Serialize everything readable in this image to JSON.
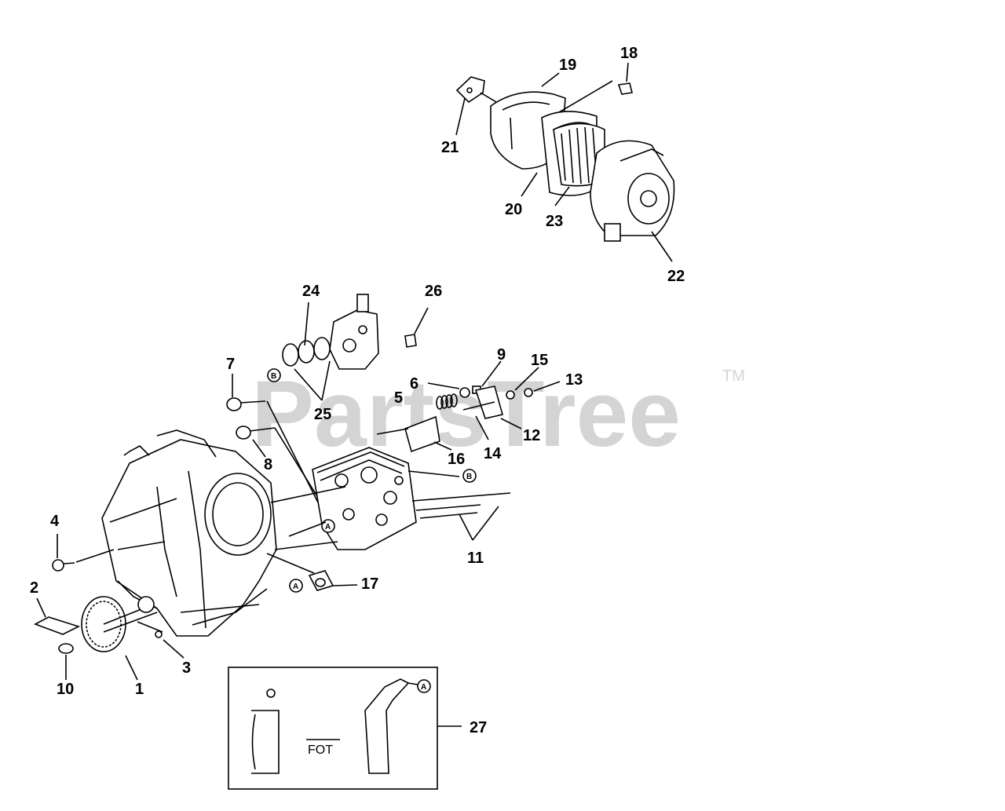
{
  "watermark": {
    "text": "PartsTree",
    "tm": "TM"
  },
  "callouts": [
    {
      "id": "c1",
      "label": "1"
    },
    {
      "id": "c2",
      "label": "2"
    },
    {
      "id": "c3",
      "label": "3"
    },
    {
      "id": "c4",
      "label": "4"
    },
    {
      "id": "c5",
      "label": "5"
    },
    {
      "id": "c6",
      "label": "6"
    },
    {
      "id": "c7",
      "label": "7"
    },
    {
      "id": "c8",
      "label": "8"
    },
    {
      "id": "c9",
      "label": "9"
    },
    {
      "id": "c10",
      "label": "10"
    },
    {
      "id": "c11",
      "label": "11"
    },
    {
      "id": "c12",
      "label": "12"
    },
    {
      "id": "c13",
      "label": "13"
    },
    {
      "id": "c14",
      "label": "14"
    },
    {
      "id": "c15",
      "label": "15"
    },
    {
      "id": "c16",
      "label": "16"
    },
    {
      "id": "c17",
      "label": "17"
    },
    {
      "id": "c18",
      "label": "18"
    },
    {
      "id": "c19",
      "label": "19"
    },
    {
      "id": "c20",
      "label": "20"
    },
    {
      "id": "c21",
      "label": "21"
    },
    {
      "id": "c22",
      "label": "22"
    },
    {
      "id": "c23",
      "label": "23"
    },
    {
      "id": "c24",
      "label": "24"
    },
    {
      "id": "c25",
      "label": "25"
    },
    {
      "id": "c26",
      "label": "26"
    },
    {
      "id": "c27",
      "label": "27"
    }
  ],
  "refs": {
    "a": "A",
    "b": "B"
  },
  "inset_text": "FOT"
}
